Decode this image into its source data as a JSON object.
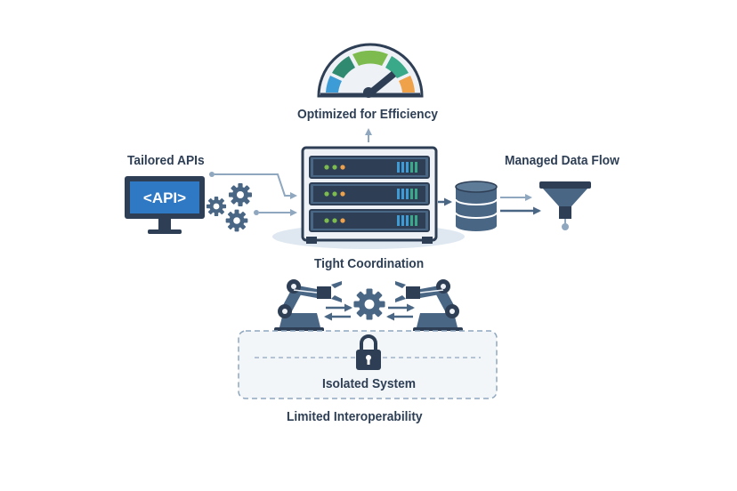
{
  "labels": {
    "efficiency": "Optimized for Efficiency",
    "tailored_apis": "Tailored APIs",
    "managed_flow": "Managed Data Flow",
    "coordination": "Tight Coordination",
    "isolated": "Isolated System",
    "limited": "Limited Interoperability",
    "api_screen": "<API>"
  },
  "gauge": {
    "segment_colors": [
      "#3d9bd6",
      "#2f8a70",
      "#7dbb4f",
      "#3aa98a",
      "#f0a24a"
    ]
  },
  "colors": {
    "text": "#2e3f55",
    "steel": "#4a6685",
    "dark": "#2e3f55",
    "arrow": "#8fa7bf",
    "api_blue": "#2f78c4"
  },
  "icons": [
    "gauge-icon",
    "monitor-icon",
    "gear-icon",
    "server-rack-icon",
    "database-icon",
    "funnel-icon",
    "robot-arm-icon",
    "lock-icon"
  ]
}
